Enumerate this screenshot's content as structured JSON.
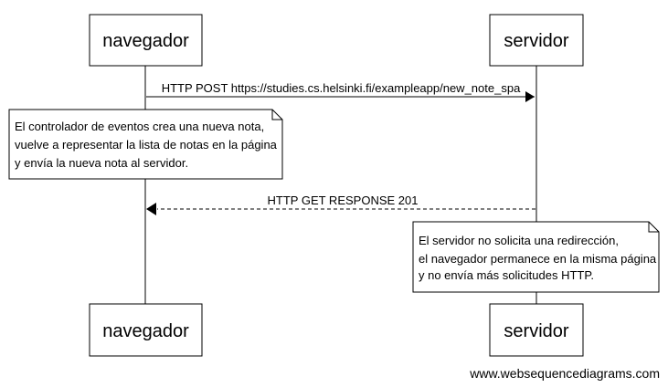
{
  "participants": {
    "browser": "navegador",
    "server": "servidor"
  },
  "messages": {
    "post": "HTTP POST https://studies.cs.helsinki.fi/exampleapp/new_note_spa",
    "response": "HTTP GET RESPONSE 201"
  },
  "notes": {
    "browser_note": [
      "El controlador de eventos crea una nueva nota,",
      "vuelve a representar la lista de notas en la página",
      "y envía la nueva nota al servidor."
    ],
    "server_note": [
      "El servidor no solicita una redirección,",
      "el navegador permanece en la misma página",
      "y no envía más solicitudes HTTP."
    ]
  },
  "watermark": "www.websequencediagrams.com"
}
